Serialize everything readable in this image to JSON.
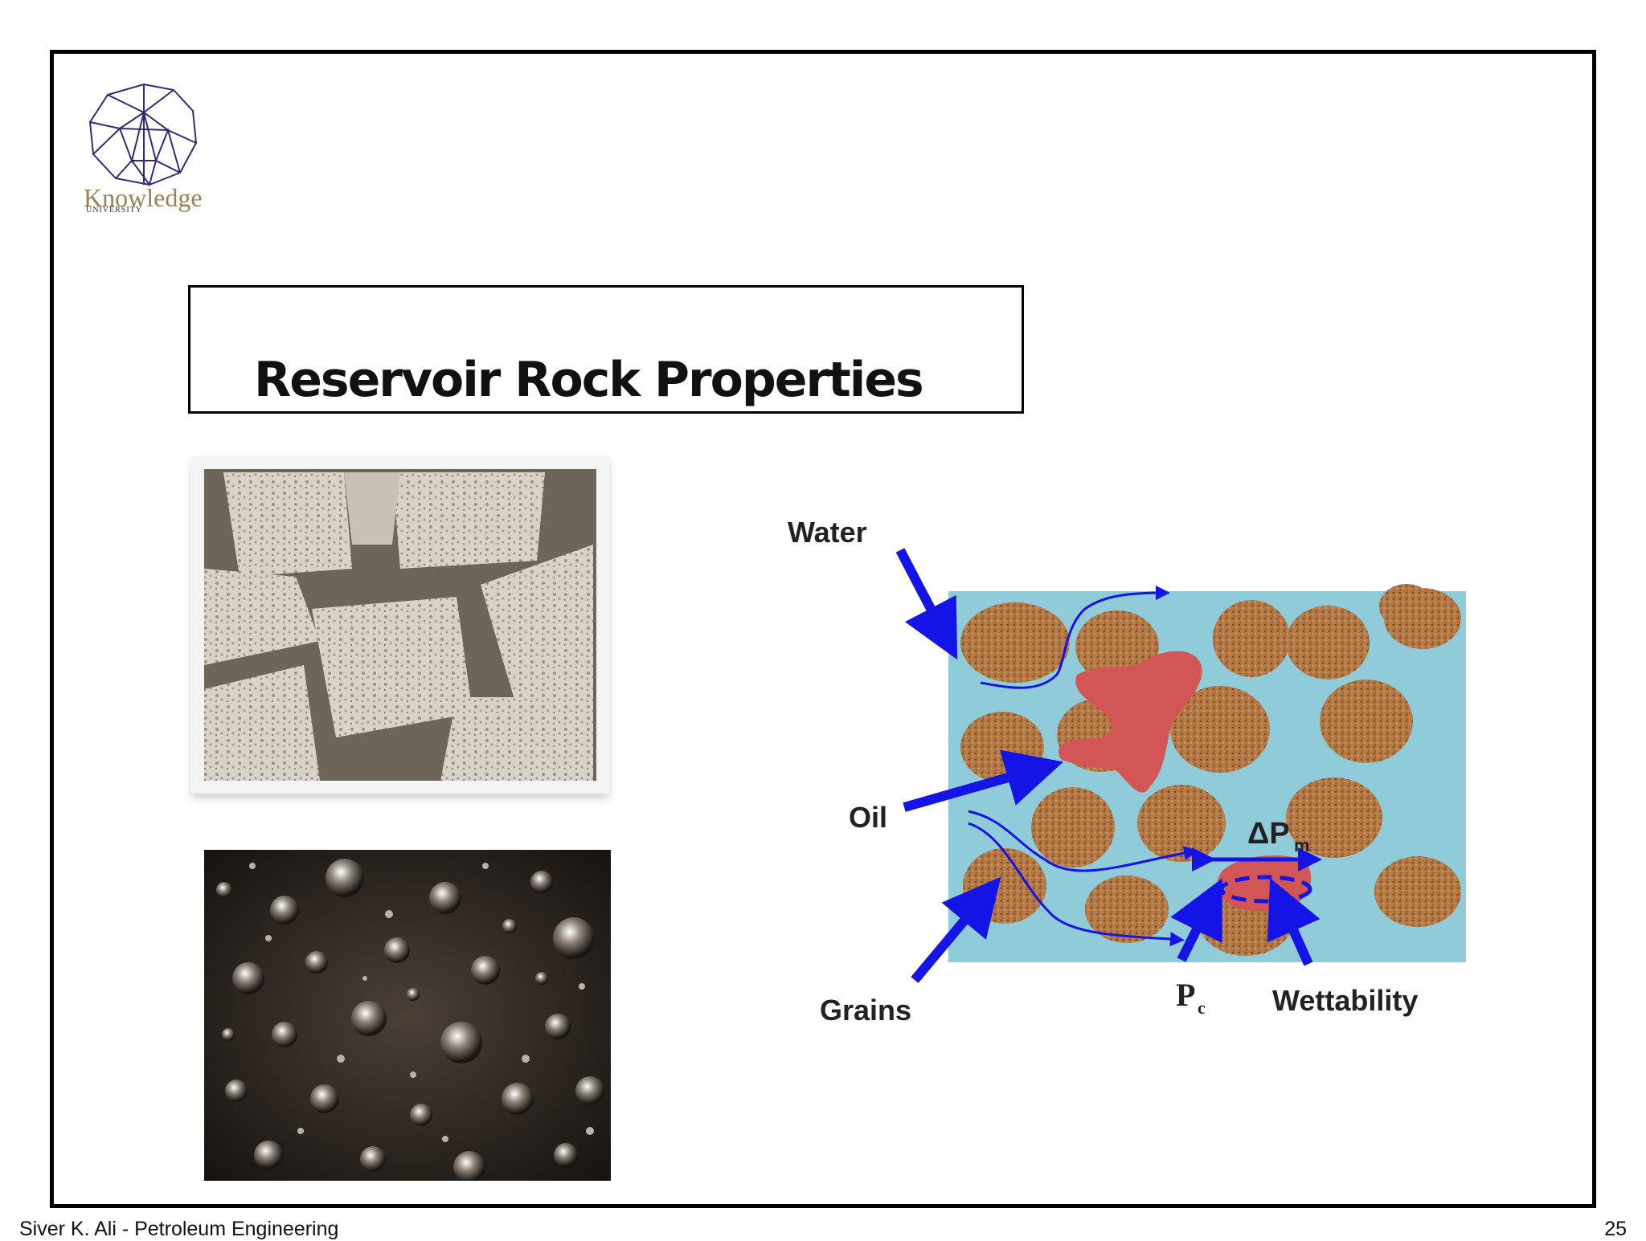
{
  "logo": {
    "name": "Knowledge",
    "sub": "UNIVERSITY"
  },
  "slide": {
    "title": "Reservoir Rock Properties"
  },
  "diagram": {
    "labels": {
      "water": "Water",
      "oil": "Oil",
      "grains": "Grains",
      "pc_main": "P",
      "pc_sub": "c",
      "wettability": "Wettability",
      "dp_main": "ΔP",
      "dp_sub": "m"
    },
    "colors": {
      "water": "#8fcbd8",
      "grain": "#b57a45",
      "oil": "#d25656",
      "arrow": "#1414e6"
    }
  },
  "footer": {
    "author": "Siver K. Ali - Petroleum Engineering",
    "page": "25"
  }
}
